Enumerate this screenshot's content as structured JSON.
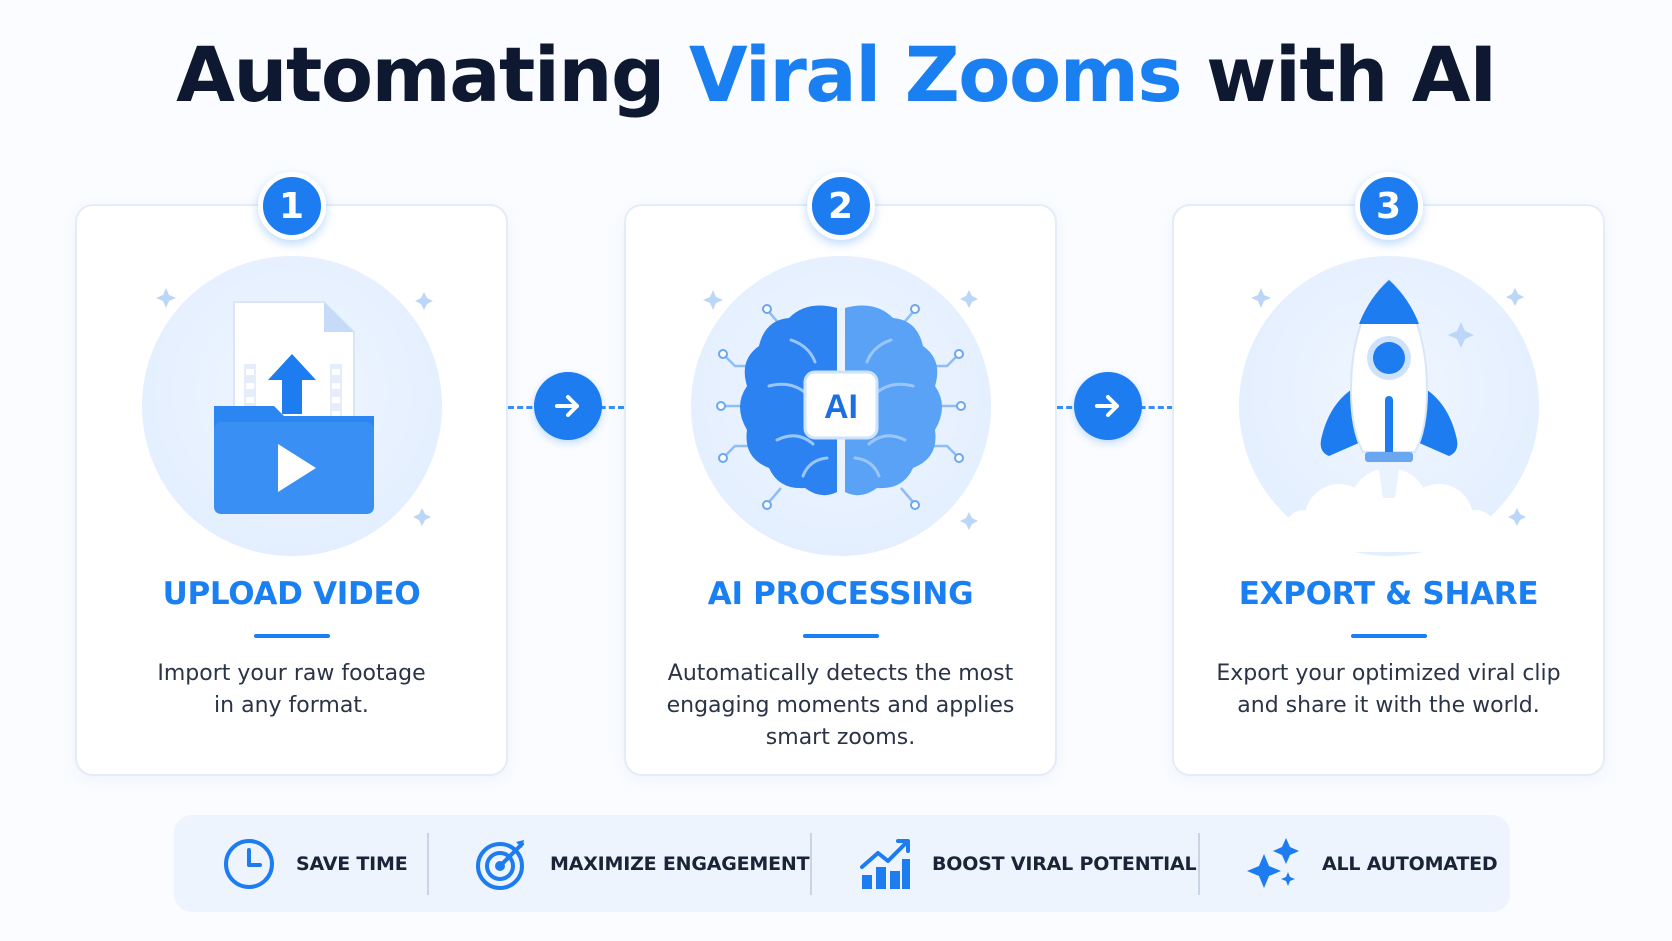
{
  "title": {
    "part1": "Automating ",
    "accent": "Viral Zooms",
    "part2": " with AI"
  },
  "steps": [
    {
      "number": "1",
      "title": "UPLOAD VIDEO",
      "desc_line1": "Import your raw footage",
      "desc_line2": "in any format.",
      "desc_line3": "",
      "icon": "upload-video-icon"
    },
    {
      "number": "2",
      "title": "AI PROCESSING",
      "desc_line1": "Automatically detects the most",
      "desc_line2": "engaging moments and applies",
      "desc_line3": "smart zooms.",
      "icon": "ai-brain-icon",
      "chip": "AI"
    },
    {
      "number": "3",
      "title": "EXPORT & SHARE",
      "desc_line1": "Export your optimized viral clip",
      "desc_line2": "and share it with the world.",
      "desc_line3": "",
      "icon": "rocket-icon"
    }
  ],
  "benefits": [
    {
      "label": "SAVE TIME",
      "icon": "clock-icon"
    },
    {
      "label": "MAXIMIZE ENGAGEMENT",
      "icon": "target-icon"
    },
    {
      "label": "BOOST VIRAL POTENTIAL",
      "icon": "growth-chart-icon"
    },
    {
      "label": "ALL AUTOMATED",
      "icon": "sparkles-icon"
    }
  ],
  "colors": {
    "accent": "#1a7ff0",
    "title_dark": "#0e1830",
    "card_border": "#e3ecf8",
    "benefit_bar": "#eef4fd"
  }
}
